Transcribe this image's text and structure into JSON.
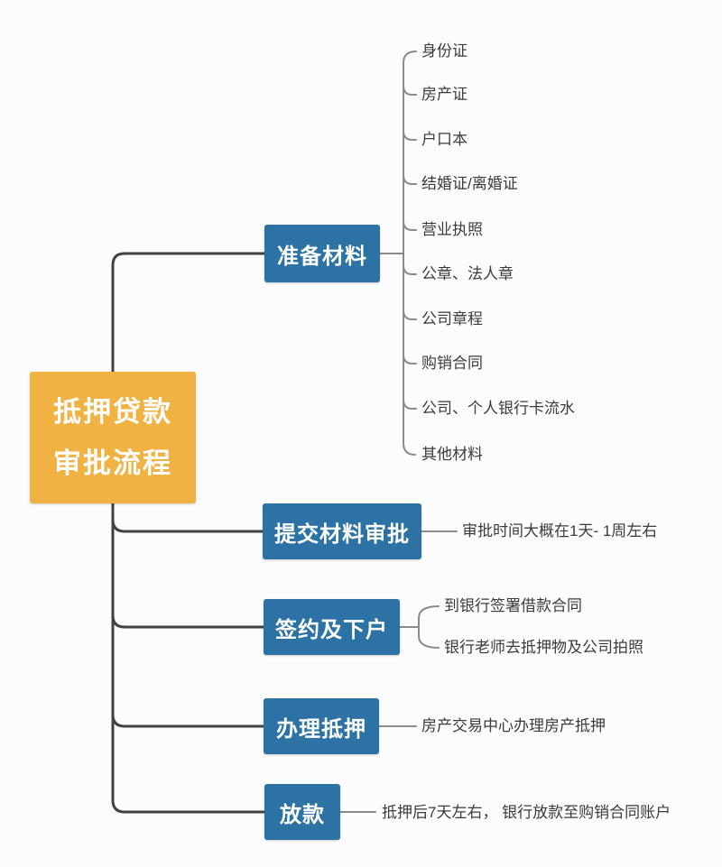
{
  "diagram": {
    "root": {
      "line1": "抵押贷款",
      "line2": "审批流程"
    },
    "branches": [
      {
        "label": "准备材料",
        "children": [
          "身份证",
          "房产证",
          "户口本",
          "结婚证/离婚证",
          "营业执照",
          "公章、法人章",
          "公司章程",
          "购销合同",
          "公司、个人银行卡流水",
          "其他材料"
        ]
      },
      {
        "label": "提交材料审批",
        "children": [
          "审批时间大概在1天- 1周左右"
        ]
      },
      {
        "label": "签约及下户",
        "children": [
          "到银行签署借款合同",
          "银行老师去抵押物及公司拍照"
        ]
      },
      {
        "label": "办理抵押",
        "children": [
          "房产交易中心办理房产抵押"
        ]
      },
      {
        "label": "放款",
        "children": [
          "抵押后7天左右， 银行放款至购销合同账户"
        ]
      }
    ],
    "colors": {
      "root_bg": "#F0B242",
      "branch_bg": "#2C72A5",
      "trunk_line": "#424242",
      "bracket_line": "#8a8a8a",
      "leaf_text": "#3b3b3b"
    }
  }
}
